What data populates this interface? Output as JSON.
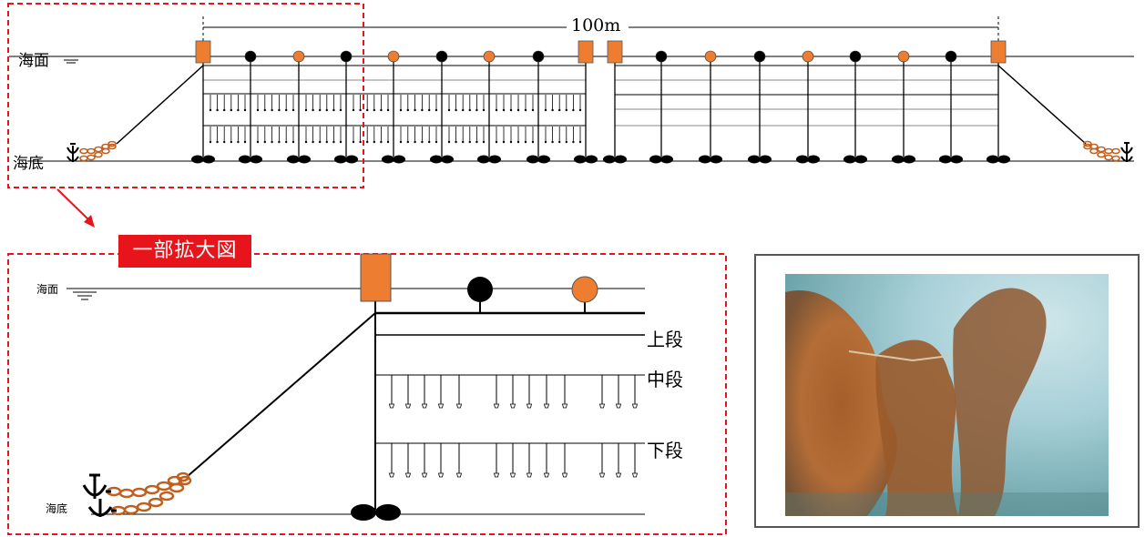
{
  "overview": {
    "length_label": "100m",
    "sea_surface_label": "海面",
    "sea_floor_label": "海底"
  },
  "detail": {
    "title": "一部拡大図",
    "sea_surface_label": "海面",
    "sea_floor_label": "海底",
    "tiers": [
      "上段",
      "中段",
      "下段"
    ]
  },
  "colors": {
    "buoy_orange": "#ed7d31",
    "buoy_black": "#000000",
    "highlight_red": "#e8141b",
    "chain_orange": "#c06020"
  },
  "photo": {
    "subject": "seaweed-growth-underwater-photo"
  }
}
